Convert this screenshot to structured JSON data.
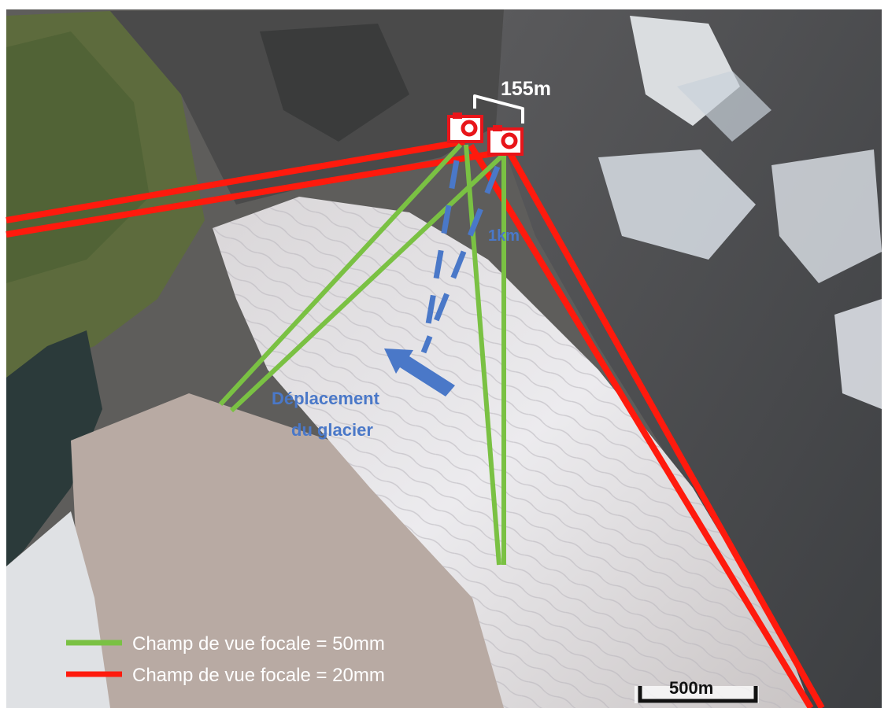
{
  "map": {
    "camera_spacing_label": "155m",
    "distance_label": "1km",
    "arrow_label_line1": "Déplacement",
    "arrow_label_line2": "du glacier",
    "scale_bar_label": "500m",
    "legend": [
      {
        "label": "Champ de vue focale = 50mm",
        "color": "#7ac143"
      },
      {
        "label": "Champ de vue focale = 20mm",
        "color": "#ff1a0d"
      }
    ],
    "colors": {
      "field_50mm": "#7ac143",
      "field_20mm": "#ff1a0d",
      "annotation_blue": "#4a78c8",
      "camera_icon": "#e8151a",
      "label_white": "#ffffff"
    },
    "icons": [
      "camera-icon",
      "camera-icon"
    ]
  }
}
